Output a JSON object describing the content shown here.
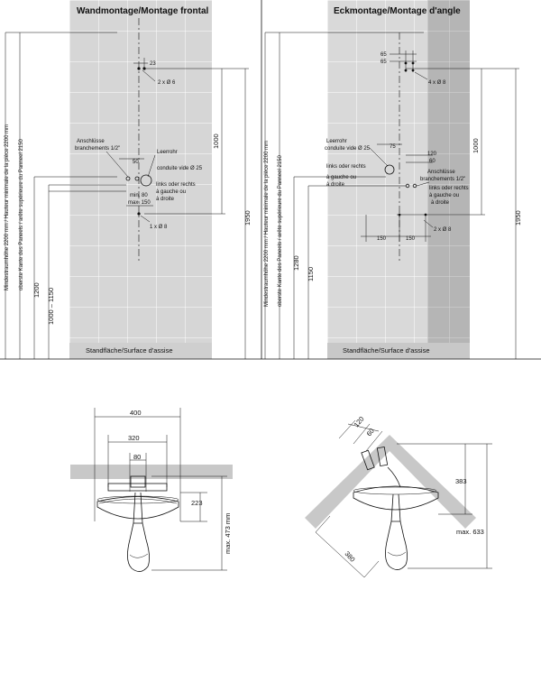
{
  "left": {
    "title": "Wandmontage/Montage frontal",
    "vlabel_outer": "Mindestraumhöhe 2200 mm / Hauteur minimale de la pièce 2200 mm",
    "vlabel_inner": "oberste Kante des Paneels / arête supérieure du Panneel 2150",
    "dim_23": "23",
    "label_2x6": "2 x Ø 6",
    "dim_1000": "1000",
    "anschluss": "Anschlüsse",
    "branchements": "branchements 1/2\"",
    "dim_50": "50",
    "leerrohr": "Leerrohr",
    "conduite": "conduite vide Ø 25",
    "links1": "links oder rechts",
    "links2": "à gauche ou",
    "links3": "à droite",
    "min80": "min. 80",
    "max150": "max. 150",
    "label_1x8": "1 x Ø 8",
    "dim_1200": "1200",
    "dim_1000_1150": "1000 – 1150",
    "dim_1950": "1950",
    "floor": "Standfläche/Surface d'assise"
  },
  "right": {
    "title": "Eckmontage/Montage d'angle",
    "vlabel_outer": "Mindestraumhöhe 2200 mm / Hauteur minimale de la pièce 2200 mm",
    "vlabel_inner": "oberste Kante des Paneels / arête supérieure du Panneel 2150",
    "dim_65a": "65",
    "dim_65b": "65",
    "label_4x8": "4 x Ø 8",
    "leerrohr": "Leerrohr",
    "conduite": "conduite vide Ø 25",
    "dim_75": "75",
    "dim_120": "120",
    "dim_60": "60",
    "dim_1000": "1000",
    "links1": "links oder rechts",
    "links2": "à gauche ou",
    "links3": "à droite",
    "anschluss": "Anschlüsse",
    "branchements": "branchements 1/2\"",
    "links4": "links oder rechts",
    "links5": "à gauche ou",
    "links6": "à droite",
    "dim_150a": "150",
    "dim_150b": "150",
    "label_2x8": "2 x Ø 8",
    "dim_1280": "1280",
    "dim_1150": "1150",
    "dim_1950": "1950",
    "floor": "Standfläche/Surface d'assise"
  },
  "bottom_left": {
    "dim_400": "400",
    "dim_320": "320",
    "dim_80": "80",
    "dim_223": "223",
    "dim_max473": "max. 473 mm"
  },
  "bottom_right": {
    "dim_120": "120",
    "dim_60": "60",
    "dim_383": "383",
    "dim_max633": "max. 633",
    "dim_380": "380"
  }
}
